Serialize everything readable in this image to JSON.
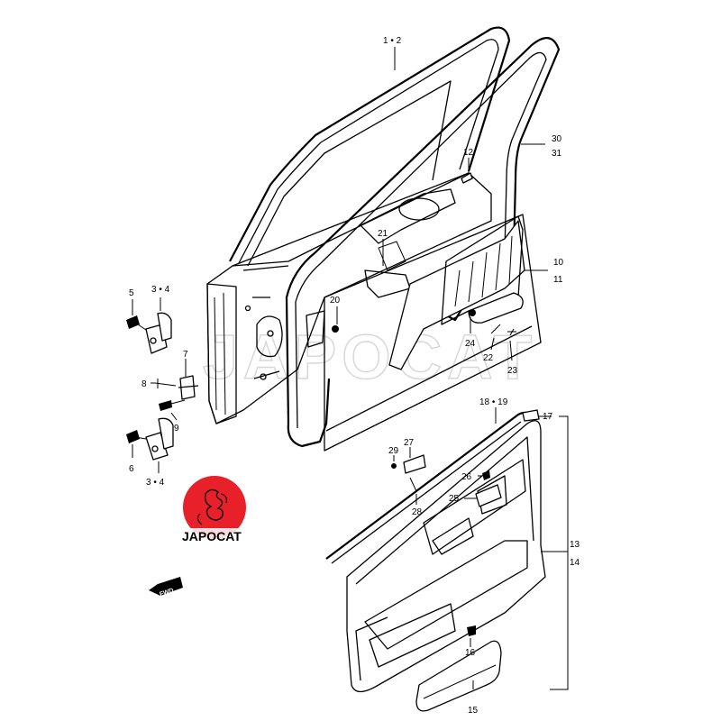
{
  "watermark": "JAPOCAT",
  "brand": {
    "name": "JAPOCAT",
    "color": "#e8202a"
  },
  "direction_tag": "FWD",
  "callouts": {
    "c1_2": "1 • 2",
    "c30": "30",
    "c31": "31",
    "c12": "12",
    "c21": "21",
    "c10": "10",
    "c11": "11",
    "c20": "20",
    "c24": "24",
    "c22": "22",
    "c23": "23",
    "c5": "5",
    "c3_4_top": "3 • 4",
    "c7": "7",
    "c8": "8",
    "c9": "9",
    "c6": "6",
    "c3_4_bot": "3 • 4",
    "c18_19": "18 • 19",
    "c17": "17",
    "c29": "29",
    "c27": "27",
    "c26": "26",
    "c28": "28",
    "c25": "25",
    "c13": "13",
    "c14": "14",
    "c16": "16",
    "c15": "15"
  }
}
